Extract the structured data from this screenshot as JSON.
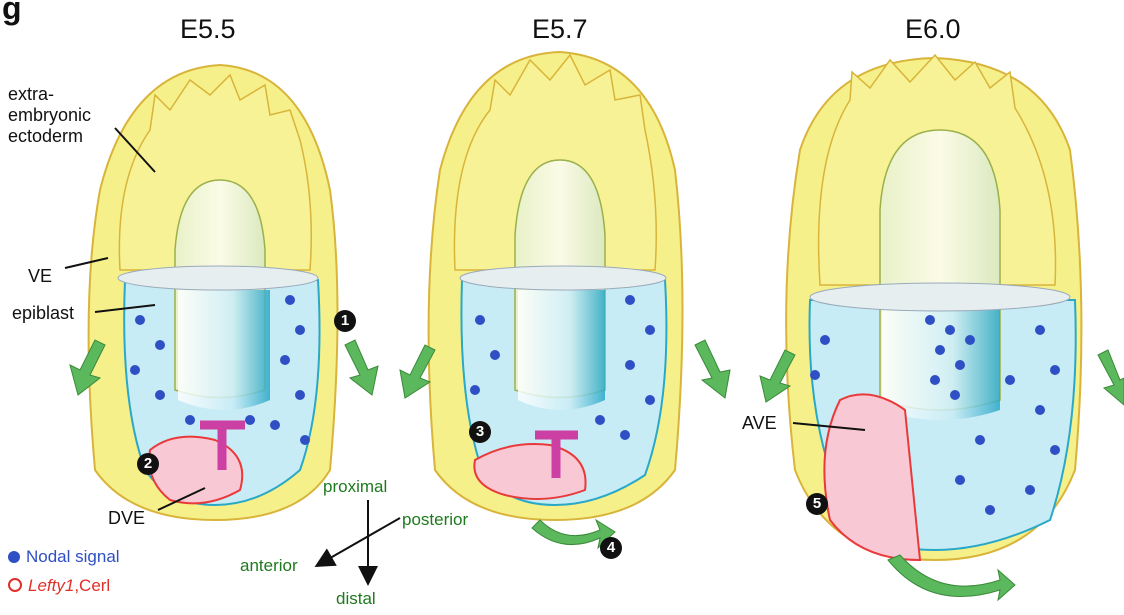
{
  "panel_letter": "g",
  "stages": [
    {
      "title": "E5.5"
    },
    {
      "title": "E5.7"
    },
    {
      "title": "E6.0"
    }
  ],
  "labels": {
    "extraembryonic": [
      "extra-",
      "embryonic",
      "ectoderm"
    ],
    "ve": "VE",
    "epiblast": "epiblast",
    "dve": "DVE",
    "ave": "AVE"
  },
  "axes": {
    "proximal": "proximal",
    "distal": "distal",
    "posterior": "posterior",
    "anterior": "anterior"
  },
  "steps": [
    "1",
    "2",
    "3",
    "4",
    "5"
  ],
  "legend": {
    "nodal": "Nodal signal",
    "lefty_italic": "Lefty1",
    "lefty_rest": ",Cerl"
  },
  "colors": {
    "yellow": "#f6f08a",
    "yellow_edge": "#d9b43a",
    "blue": "#c8ecf5",
    "blue_edge": "#2aa8c8",
    "dot": "#2f4fc4",
    "dve": "#e83a3a",
    "lefty": "#cc3fa3",
    "arrow_green": "#5cb85c"
  }
}
